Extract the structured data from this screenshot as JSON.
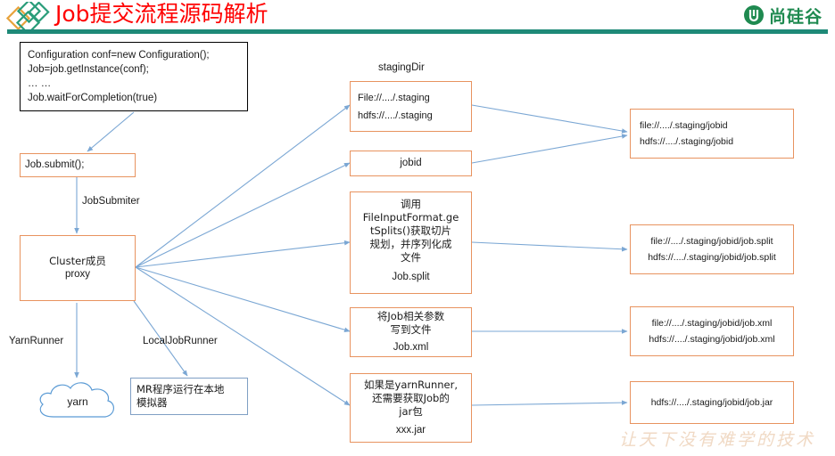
{
  "header": {
    "title": "Job提交流程源码解析",
    "brand_text": "尚硅谷",
    "logo_icon": "double-diamond-icon",
    "brand_icon": "u-circle-icon",
    "title_color": "#ff0000",
    "rule_color": "#1f8a78"
  },
  "watermark": {
    "text": "让天下没有难学的技术"
  },
  "colors": {
    "box_border_orange": "#e8935f",
    "box_border_black": "#000000",
    "box_border_blue": "#7f9fc4",
    "arrow": "#7ba7d4",
    "accent_green": "#1f8a50"
  },
  "code_box": {
    "lines": [
      "Configuration conf=new Configuration();",
      "Job=job.getInstance(conf);",
      "… …",
      "Job.waitForCompletion(true)"
    ]
  },
  "left_flow": {
    "submit_box": "Job.submit();",
    "edge_label_jobsubmiter": "JobSubmiter",
    "cluster_box": {
      "line1": "Cluster成员",
      "line2": "proxy"
    },
    "edge_label_yarnrunner": "YarnRunner",
    "edge_label_localjobrunner": "LocalJobRunner",
    "cloud_label": "yarn",
    "local_box": {
      "line1": "MR程序运行在本地",
      "line2": "模拟器"
    }
  },
  "middle_column": {
    "staging_caption": "stagingDir",
    "boxes": [
      {
        "name": "staging-dir-box",
        "lines": [
          "File://..../.staging",
          "hdfs://..../.staging"
        ]
      },
      {
        "name": "jobid-box",
        "lines": [
          "jobid"
        ]
      },
      {
        "name": "split-box",
        "lines": [
          "调用",
          "FileInputFormat.ge",
          "tSplits()获取切片",
          "规划，并序列化成",
          "文件"
        ],
        "footer": "Job.split"
      },
      {
        "name": "xml-box",
        "lines": [
          "将Job相关参数",
          "写到文件"
        ],
        "footer": "Job.xml"
      },
      {
        "name": "jar-box",
        "lines": [
          "如果是yarnRunner,",
          "还需要获取Job的",
          "jar包"
        ],
        "footer": "xxx.jar"
      }
    ]
  },
  "right_column": {
    "boxes": [
      {
        "name": "jobid-path-box",
        "lines": [
          "file://..../.staging/jobid",
          "hdfs://..../.staging/jobid"
        ]
      },
      {
        "name": "split-path-box",
        "lines": [
          "file://..../.staging/jobid/job.split",
          "hdfs://..../.staging/jobid/job.split"
        ]
      },
      {
        "name": "xml-path-box",
        "lines": [
          "file://..../.staging/jobid/job.xml",
          "hdfs://..../.staging/jobid/job.xml"
        ]
      },
      {
        "name": "jar-path-box",
        "lines": [
          "hdfs://..../.staging/jobid/job.jar"
        ]
      }
    ]
  }
}
